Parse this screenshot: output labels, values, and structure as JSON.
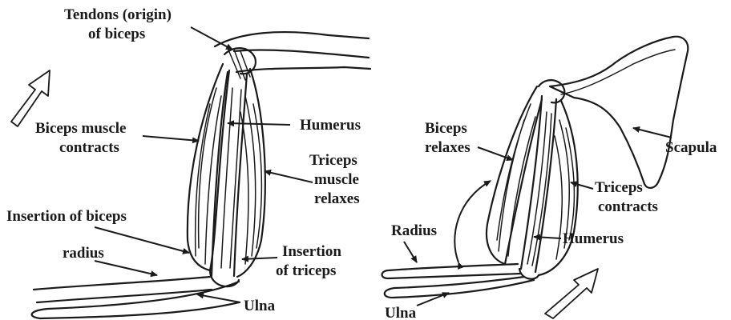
{
  "left_diagram": {
    "labels": {
      "tendons_line1": "Tendons (origin)",
      "tendons_line2": "of biceps",
      "biceps_contracts_line1": "Biceps muscle",
      "biceps_contracts_line2": "contracts",
      "humerus": "Humerus",
      "triceps_relaxes_line1": "Triceps",
      "triceps_relaxes_line2": "muscle",
      "triceps_relaxes_line3": "relaxes",
      "insertion_biceps": "Insertion of biceps",
      "radius": "radius",
      "insertion_triceps_line1": "Insertion",
      "insertion_triceps_line2": "of triceps",
      "ulna": "Ulna"
    }
  },
  "right_diagram": {
    "labels": {
      "biceps_relaxes_line1": "Biceps",
      "biceps_relaxes_line2": "relaxes",
      "scapula": "Scapula",
      "triceps_contracts_line1": "Triceps",
      "triceps_contracts_line2": "contracts",
      "radius": "Radius",
      "humerus": "Humerus",
      "ulna": "Ulna"
    }
  }
}
